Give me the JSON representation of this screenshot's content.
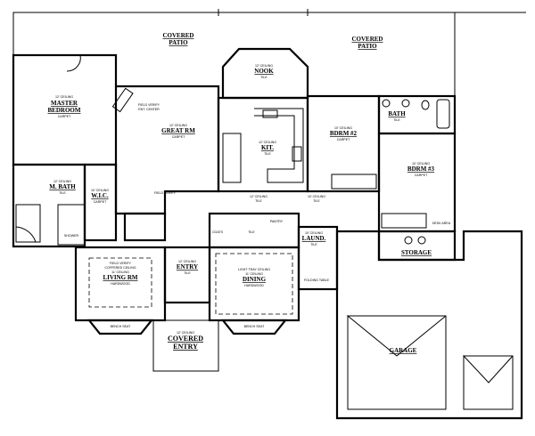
{
  "rooms": {
    "patio_left": {
      "name": "COVERED",
      "name2": "PATIO"
    },
    "patio_right": {
      "name": "COVERED",
      "name2": "PATIO"
    },
    "master": {
      "ceiling": "12' CEILING",
      "name": "MASTER",
      "name2": "BEDROOM",
      "floor": "CARPET"
    },
    "ent_center": {
      "note": "FIELD VERIFY",
      "note2": "ENT. CENTER"
    },
    "great": {
      "ceiling": "12' CEILING",
      "name": "GREAT RM",
      "floor": "CARPET",
      "note": "FIELD VERIFY"
    },
    "nook": {
      "ceiling": "12' CEILING",
      "name": "NOOK",
      "floor": "TILE"
    },
    "kitchen": {
      "ceiling": "12' CEILING",
      "name": "KIT.",
      "floor": "TILE"
    },
    "bdrm2": {
      "ceiling": "10' CEILING",
      "name": "BDRM #2",
      "floor": "CARPET"
    },
    "bath": {
      "name": "BATH",
      "floor": "TILE"
    },
    "bdrm3": {
      "ceiling": "10' CEILING",
      "name": "BDRM #3",
      "floor": "CARPET",
      "desk": "DESK AREA"
    },
    "mbath": {
      "ceiling": "12' CEILING",
      "name": "M. BATH",
      "floor": "TILE",
      "shower": "SHOWER"
    },
    "wic": {
      "ceiling": "10' CEILING",
      "name": "W.I.C.",
      "floor": "CARPET"
    },
    "hall1": {
      "ceiling": "12' CEILING",
      "floor": "TILE"
    },
    "hall2": {
      "ceiling": "10' CEILING",
      "floor": "TILE"
    },
    "living": {
      "note": "FIELD VERIFY",
      "note2": "COFFERED CEILING",
      "ceiling": "11' CEILING",
      "name": "LIVING RM",
      "floor": "HARDWOOD",
      "bench": "BENCH SEAT"
    },
    "entry": {
      "ceiling": "12' CEILING",
      "name": "ENTRY",
      "floor": "TILE"
    },
    "dining": {
      "note": "LIGHT TRAY CEILING",
      "ceiling": "11' CEILING",
      "name": "DINING",
      "floor": "HARDWOOD",
      "bench": "BENCH SEAT"
    },
    "covered_entry": {
      "ceiling": "12' CEILING",
      "name": "COVERED",
      "name2": "ENTRY"
    },
    "laundry": {
      "ceiling": "10' CEILING",
      "name": "LAUND.",
      "floor": "TILE",
      "table": "FOLDING TABLE"
    },
    "pantry": {
      "name": "PANTRY",
      "floor": "TILE",
      "coats": "COATS"
    },
    "storage": {
      "name": "STORAGE"
    },
    "garage": {
      "name": "GARAGE"
    }
  }
}
